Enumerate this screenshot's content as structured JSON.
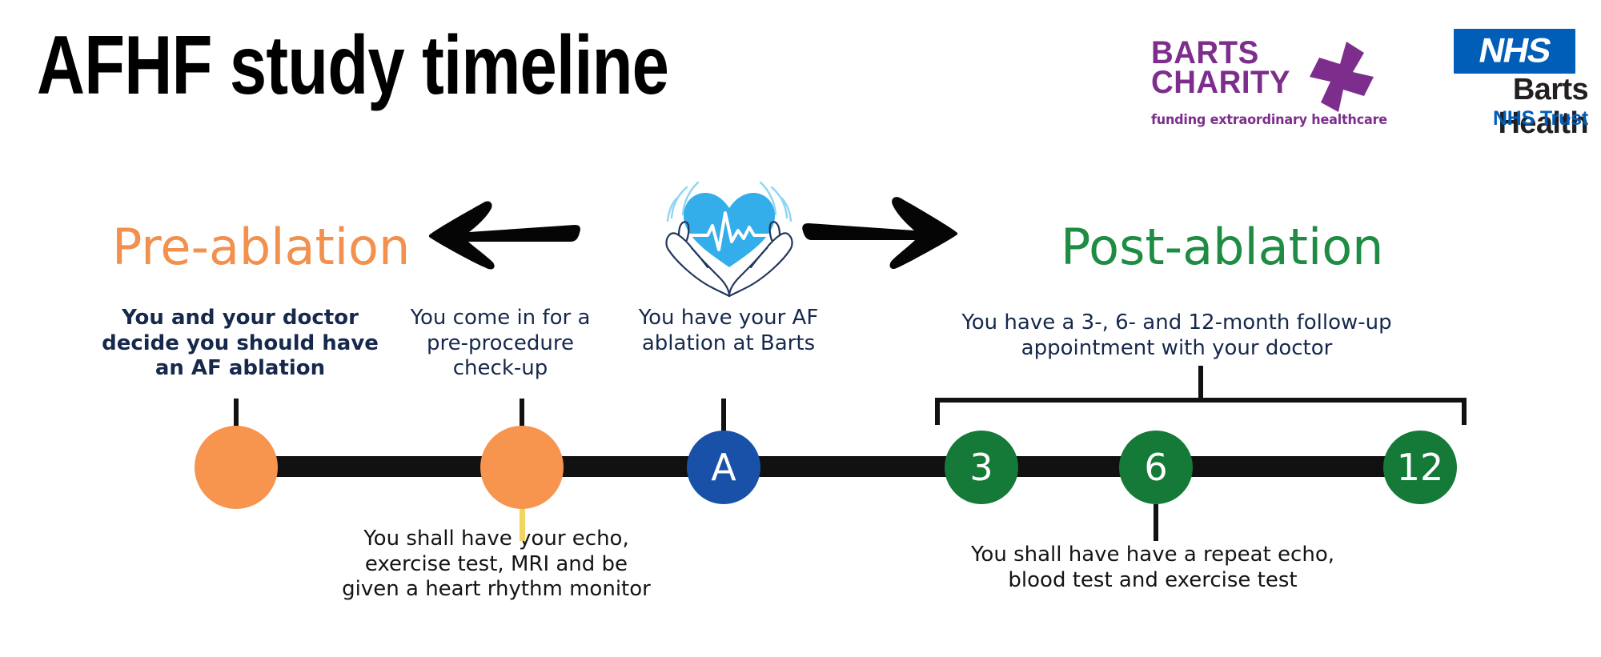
{
  "title": "AFHF study timeline",
  "logos": {
    "barts_charity": {
      "line1": "BARTS",
      "line2": "CHARITY",
      "tagline": "funding extraordinary healthcare",
      "color": "#7D2E8D",
      "icon": "plus-icon"
    },
    "nhs": {
      "mark": "NHS",
      "name": "Barts Health",
      "trust": "NHS Trust",
      "color": "#005EB8"
    }
  },
  "phases": {
    "pre": {
      "label": "Pre-ablation",
      "color": "#F2904E"
    },
    "post": {
      "label": "Post-ablation",
      "color": "#1E8C43"
    }
  },
  "center_icon": {
    "name": "heart-in-hands-icon",
    "heart_color": "#33AEEA",
    "hands_color": "#1F3864"
  },
  "arrows": {
    "left": "arrow-left-icon",
    "right": "arrow-right-icon"
  },
  "captions": {
    "decide": "You and your doctor decide you should have an AF ablation",
    "checkup": "You come in for a pre-procedure check-up",
    "ablation": "You have your AF ablation at Barts",
    "followup": "You have a 3-, 6- and 12-month follow-up appointment with your doctor",
    "tests_pre": "You shall have your echo, exercise test, MRI and be given a heart rhythm monitor",
    "tests_post": "You shall have have a repeat echo, blood test and exercise test"
  },
  "timeline": {
    "bar_color": "#111111",
    "nodes": [
      {
        "id": "node-1",
        "label": "",
        "color": "#F7954E",
        "type": "orange"
      },
      {
        "id": "node-2",
        "label": "",
        "color": "#F7954E",
        "type": "orange"
      },
      {
        "id": "node-a",
        "label": "A",
        "color": "#1A51A8",
        "type": "blue"
      },
      {
        "id": "node-3",
        "label": "3",
        "color": "#157A38",
        "type": "green"
      },
      {
        "id": "node-6",
        "label": "6",
        "color": "#157A38",
        "type": "green"
      },
      {
        "id": "node-12",
        "label": "12",
        "color": "#157A38",
        "type": "green"
      }
    ]
  }
}
